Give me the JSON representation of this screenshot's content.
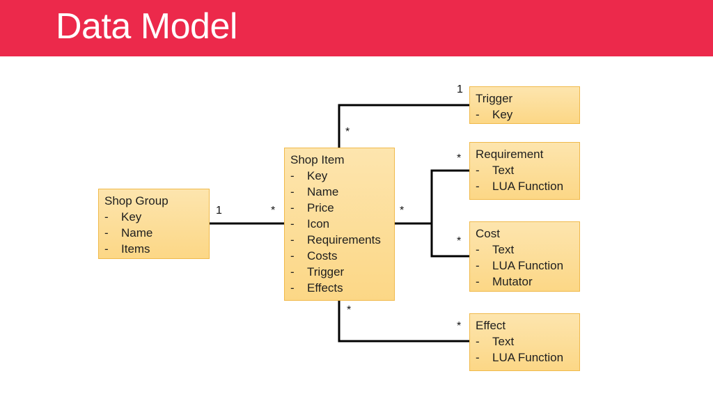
{
  "title": "Data Model",
  "colors": {
    "header": "#ec294b",
    "box_fill": "#fcd786",
    "box_border": "#f0b94a",
    "line": "#000000"
  },
  "entities": {
    "shop_group": {
      "name": "Shop Group",
      "attributes": [
        "Key",
        "Name",
        "Items"
      ]
    },
    "shop_item": {
      "name": "Shop Item",
      "attributes": [
        "Key",
        "Name",
        "Price",
        "Icon",
        "Requirements",
        "Costs",
        "Trigger",
        "Effects"
      ]
    },
    "trigger": {
      "name": "Trigger",
      "attributes": [
        "Key"
      ]
    },
    "requirement": {
      "name": "Requirement",
      "attributes": [
        "Text",
        "LUA Function"
      ]
    },
    "cost": {
      "name": "Cost",
      "attributes": [
        "Text",
        "LUA Function",
        "Mutator"
      ]
    },
    "effect": {
      "name": "Effect",
      "attributes": [
        "Text",
        "LUA Function"
      ]
    }
  },
  "relations": {
    "group_item": {
      "from": "Shop Group",
      "to": "Shop Item",
      "from_mult": "1",
      "to_mult": "*"
    },
    "item_trigger": {
      "from": "Shop Item",
      "to": "Trigger",
      "from_mult": "*",
      "to_mult": "1"
    },
    "item_requirement": {
      "from": "Shop Item",
      "to": "Requirement",
      "from_mult": "*",
      "to_mult": "*"
    },
    "item_cost": {
      "from": "Shop Item",
      "to": "Cost",
      "to_mult": "*"
    },
    "item_effect": {
      "from": "Shop Item",
      "to": "Effect",
      "from_mult": "*",
      "to_mult": "*"
    }
  },
  "dash": "-"
}
